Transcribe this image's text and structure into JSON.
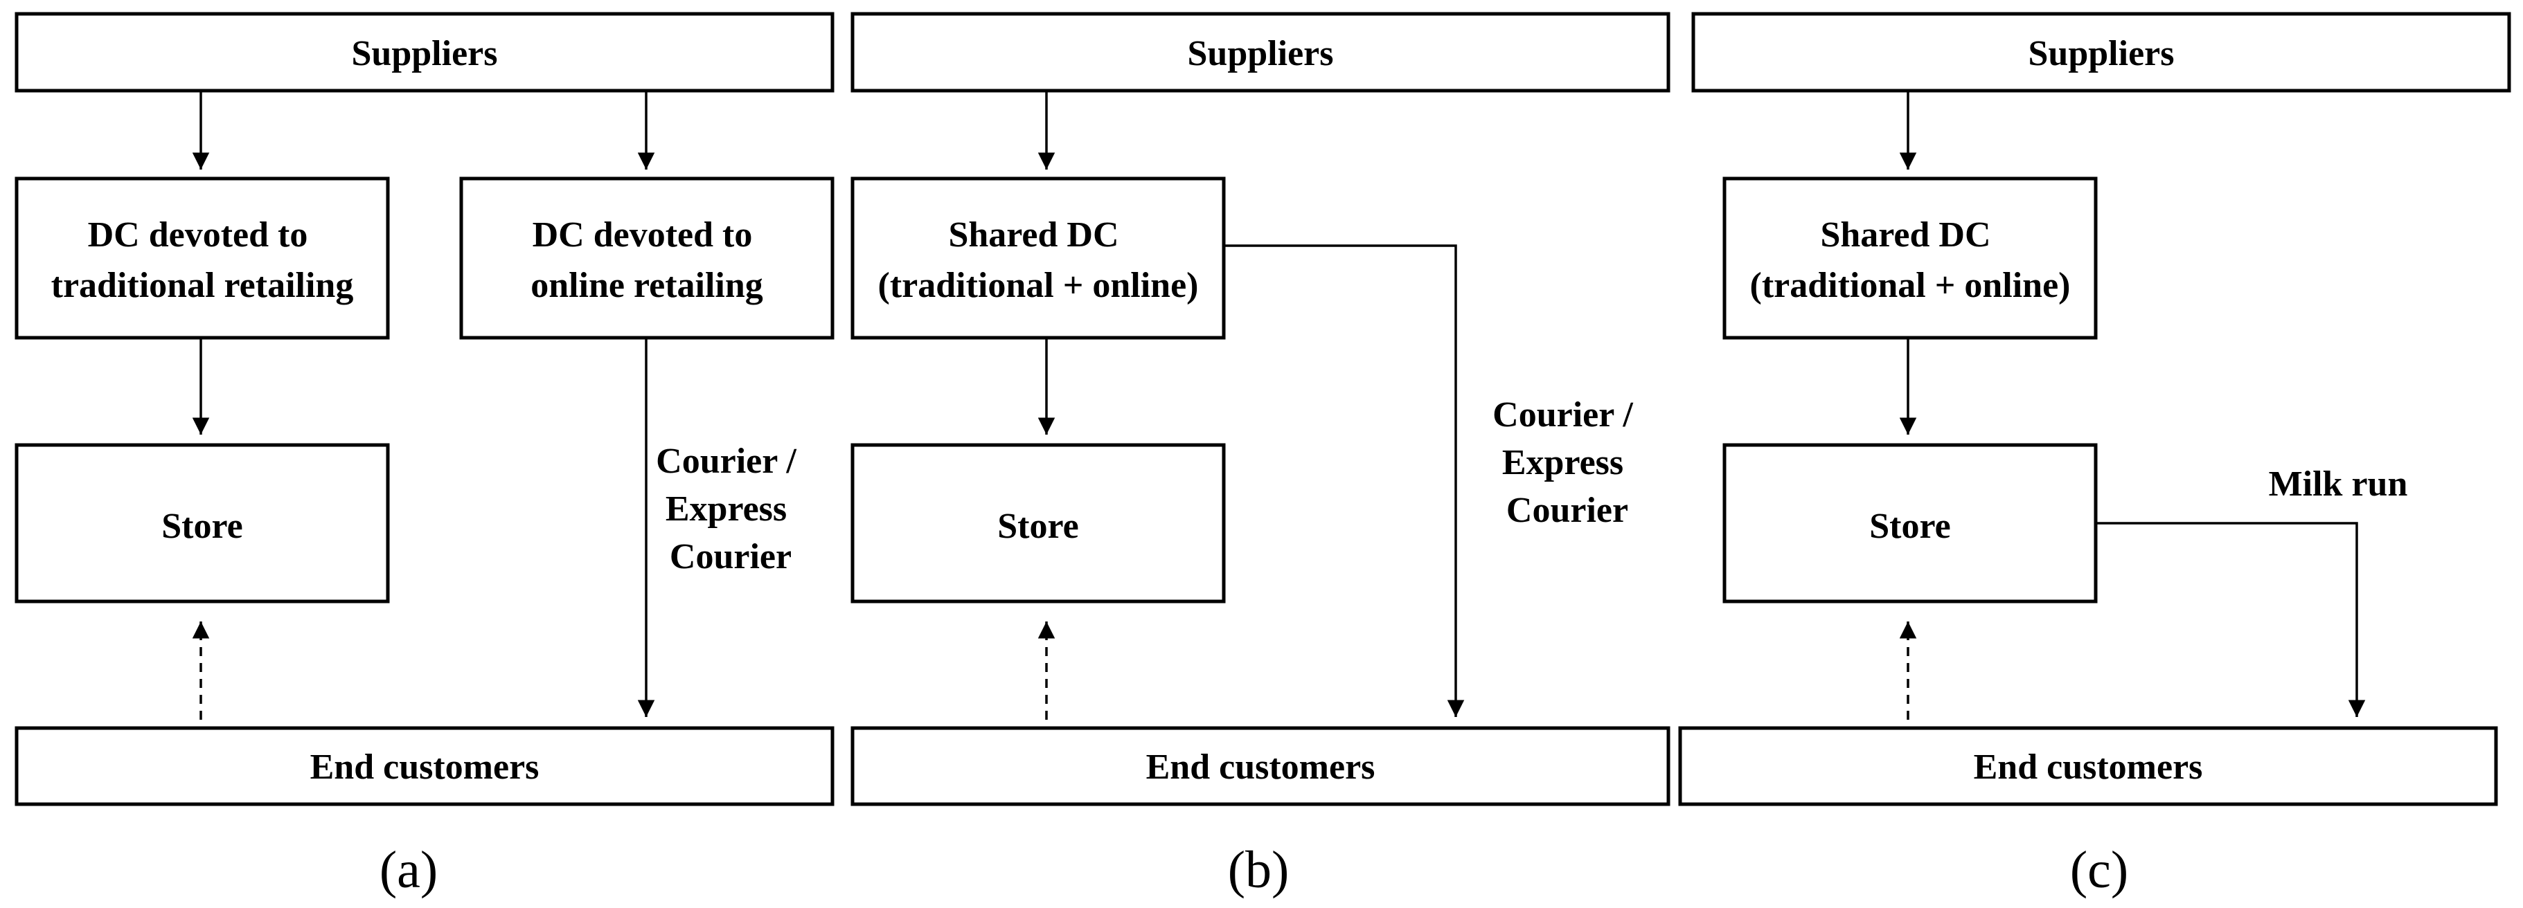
{
  "colors": {
    "stroke": "#000000",
    "background": "#ffffff"
  },
  "panels": [
    {
      "caption": "(a)",
      "suppliers": "Suppliers",
      "dc_traditional": [
        "DC devoted to",
        "traditional retailing"
      ],
      "dc_online": [
        "DC devoted to",
        "online retailing"
      ],
      "store": "Store",
      "courier": [
        "Courier /",
        "Express",
        "Courier"
      ],
      "end_customers": "End customers"
    },
    {
      "caption": "(b)",
      "suppliers": "Suppliers",
      "shared_dc": [
        "Shared DC",
        "(traditional + online)"
      ],
      "store": "Store",
      "courier": [
        "Courier /",
        "Express",
        "Courier"
      ],
      "end_customers": "End customers"
    },
    {
      "caption": "(c)",
      "suppliers": "Suppliers",
      "shared_dc": [
        "Shared DC",
        "(traditional + online)"
      ],
      "store": "Store",
      "milk_run": "Milk run",
      "end_customers": "End customers"
    }
  ]
}
